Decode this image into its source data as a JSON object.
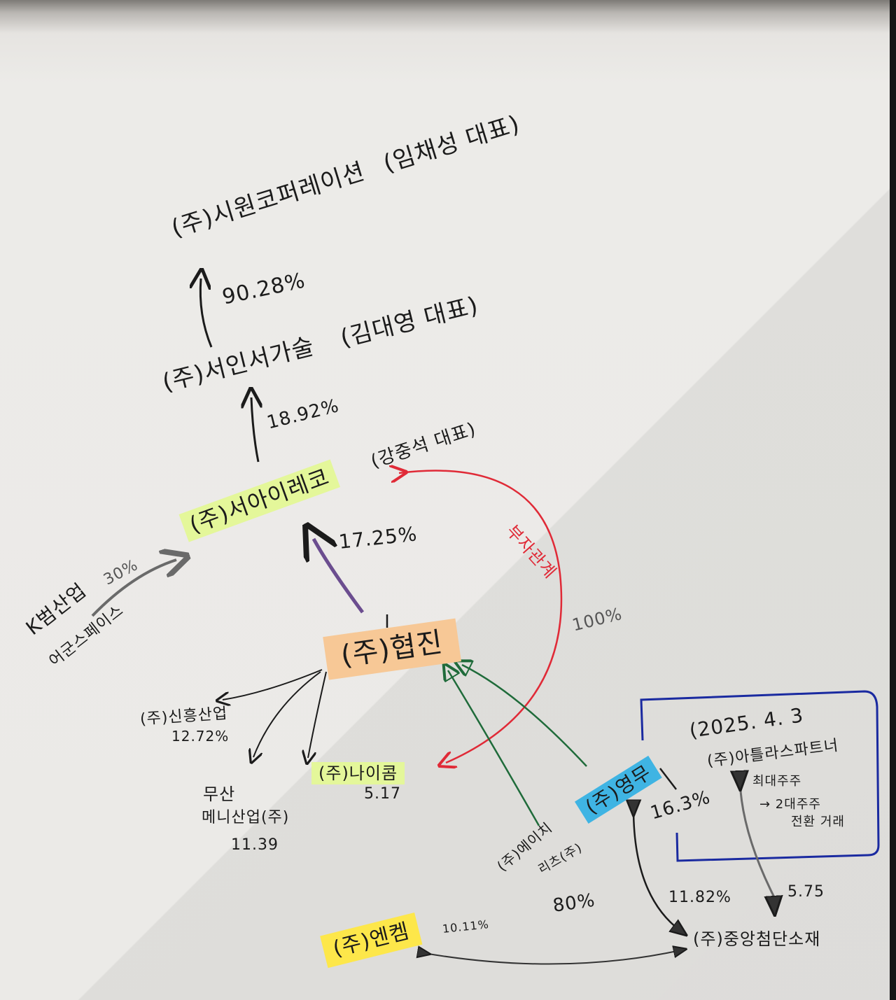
{
  "diagram": {
    "type": "handwritten-ownership-structure",
    "nodes": {
      "siwon": {
        "label": "(주)시원코퍼레이션",
        "note": "(임채성 대표)"
      },
      "seoinse": {
        "label": "(주)서인서가술",
        "note": "(김대영 대표)"
      },
      "seoai": {
        "label": "(주)서아이레코",
        "note": "(강중석 대표)",
        "highlight": "#e4f79a"
      },
      "kb": {
        "label": "K범산업",
        "sub": "어군스페이스"
      },
      "hyupjin": {
        "label": "(주)협진",
        "highlight": "#f7c896"
      },
      "shinheung": {
        "label": "(주)신흥산업",
        "value": "12.72%"
      },
      "musan": {
        "label": "무산",
        "label2": "메니산업(주)",
        "value": "11.39"
      },
      "naicom": {
        "label": "(주)나이콤",
        "value": "5.17",
        "highlight": "#e4f79a"
      },
      "hrich": {
        "label": "(주)에이치",
        "label2": "리츠(주)",
        "value": "80%"
      },
      "youngmu": {
        "label": "(주)영무",
        "value": "16.3%",
        "highlight": "#3fb4e3"
      },
      "atlas_box": {
        "date": "(2025. 4. 3",
        "name": "(주)아틀라스파트너",
        "line1": "최대주주",
        "line2": "→ 2대주주",
        "line3": "전환 거래",
        "border_color": "#1a2aa0"
      },
      "jungang": {
        "label": "(주)중앙첨단소재",
        "value_left": "11.82%",
        "value_right": "5.75"
      },
      "enchem": {
        "label": "(주)엔켐",
        "value": "10.11%",
        "highlight": "#fde74a"
      }
    },
    "edges": {
      "seoinse_to_siwon": "90.28%",
      "seoai_to_seoinse": "18.92%",
      "hyupjin_to_seoai": "17.25%",
      "kb_to_seoai": "30%",
      "red_relation": "부자관계",
      "red_relation_pct": "100%"
    },
    "colors": {
      "ink": "#1b1b1b",
      "red": "#e02a37",
      "green": "#1f6b3a",
      "purple": "#6b4d8f",
      "blue_box": "#1a2aa0",
      "grey_pencil": "#6a6a6a"
    }
  }
}
